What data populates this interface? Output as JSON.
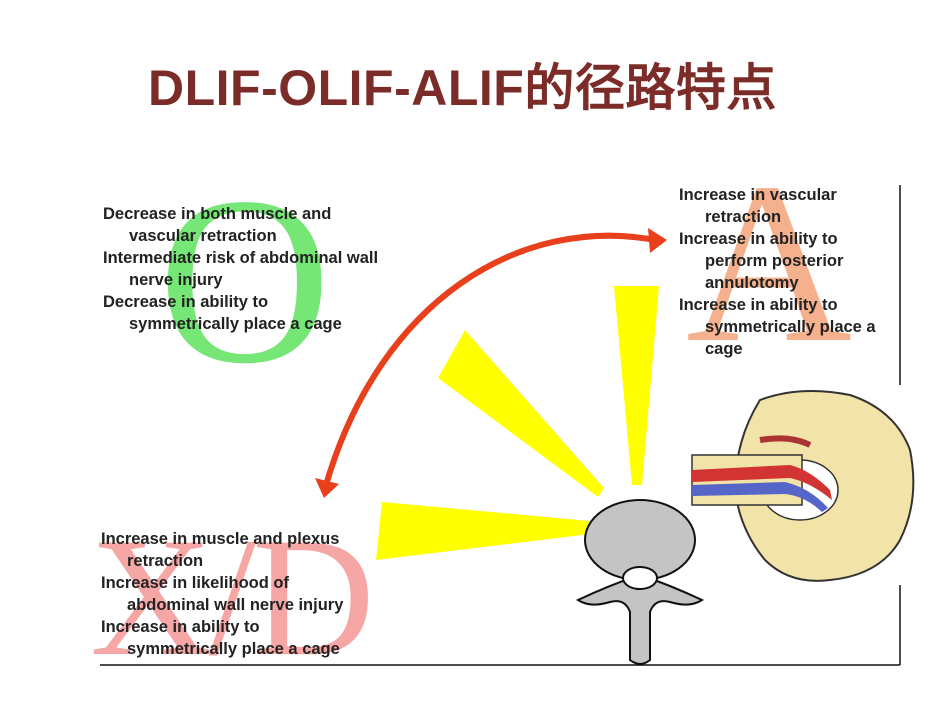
{
  "title": "DLIF-OLIF-ALIF的径路特点",
  "colors": {
    "title": "#7b2c28",
    "letter_o": "#5fe35f",
    "letter_a": "#f4a37a",
    "letter_xd": "#f4908f",
    "arrow": "#e8401c",
    "beam": "#ffff00",
    "vertebra": "#c4c4c4"
  },
  "approaches": {
    "o": {
      "letter": "O",
      "lines": [
        {
          "first": "Decrease in both muscle and",
          "rest": "vascular retraction"
        },
        {
          "first": "Intermediate risk of abdominal wall",
          "rest": "nerve injury"
        },
        {
          "first": "Decrease in ability to",
          "rest": "symmetrically  place a cage"
        }
      ]
    },
    "a": {
      "letter": "A",
      "lines": [
        {
          "first": "Increase in vascular",
          "rest": "retraction"
        },
        {
          "first": "Increase in ability to",
          "rest": "perform posterior"
        },
        {
          "first": "",
          "rest": "annulotomy"
        },
        {
          "first": "Increase in ability to",
          "rest": "symmetrically place a"
        },
        {
          "first": "",
          "rest": "cage"
        }
      ]
    },
    "xd": {
      "letter": "X/D",
      "lines": [
        {
          "first": "Increase in muscle and plexus",
          "rest": "retraction"
        },
        {
          "first": "Increase in likelihood of",
          "rest": "abdominal wall nerve injury"
        },
        {
          "first": "Increase in ability to",
          "rest": "symmetrically place a cage"
        }
      ]
    }
  }
}
